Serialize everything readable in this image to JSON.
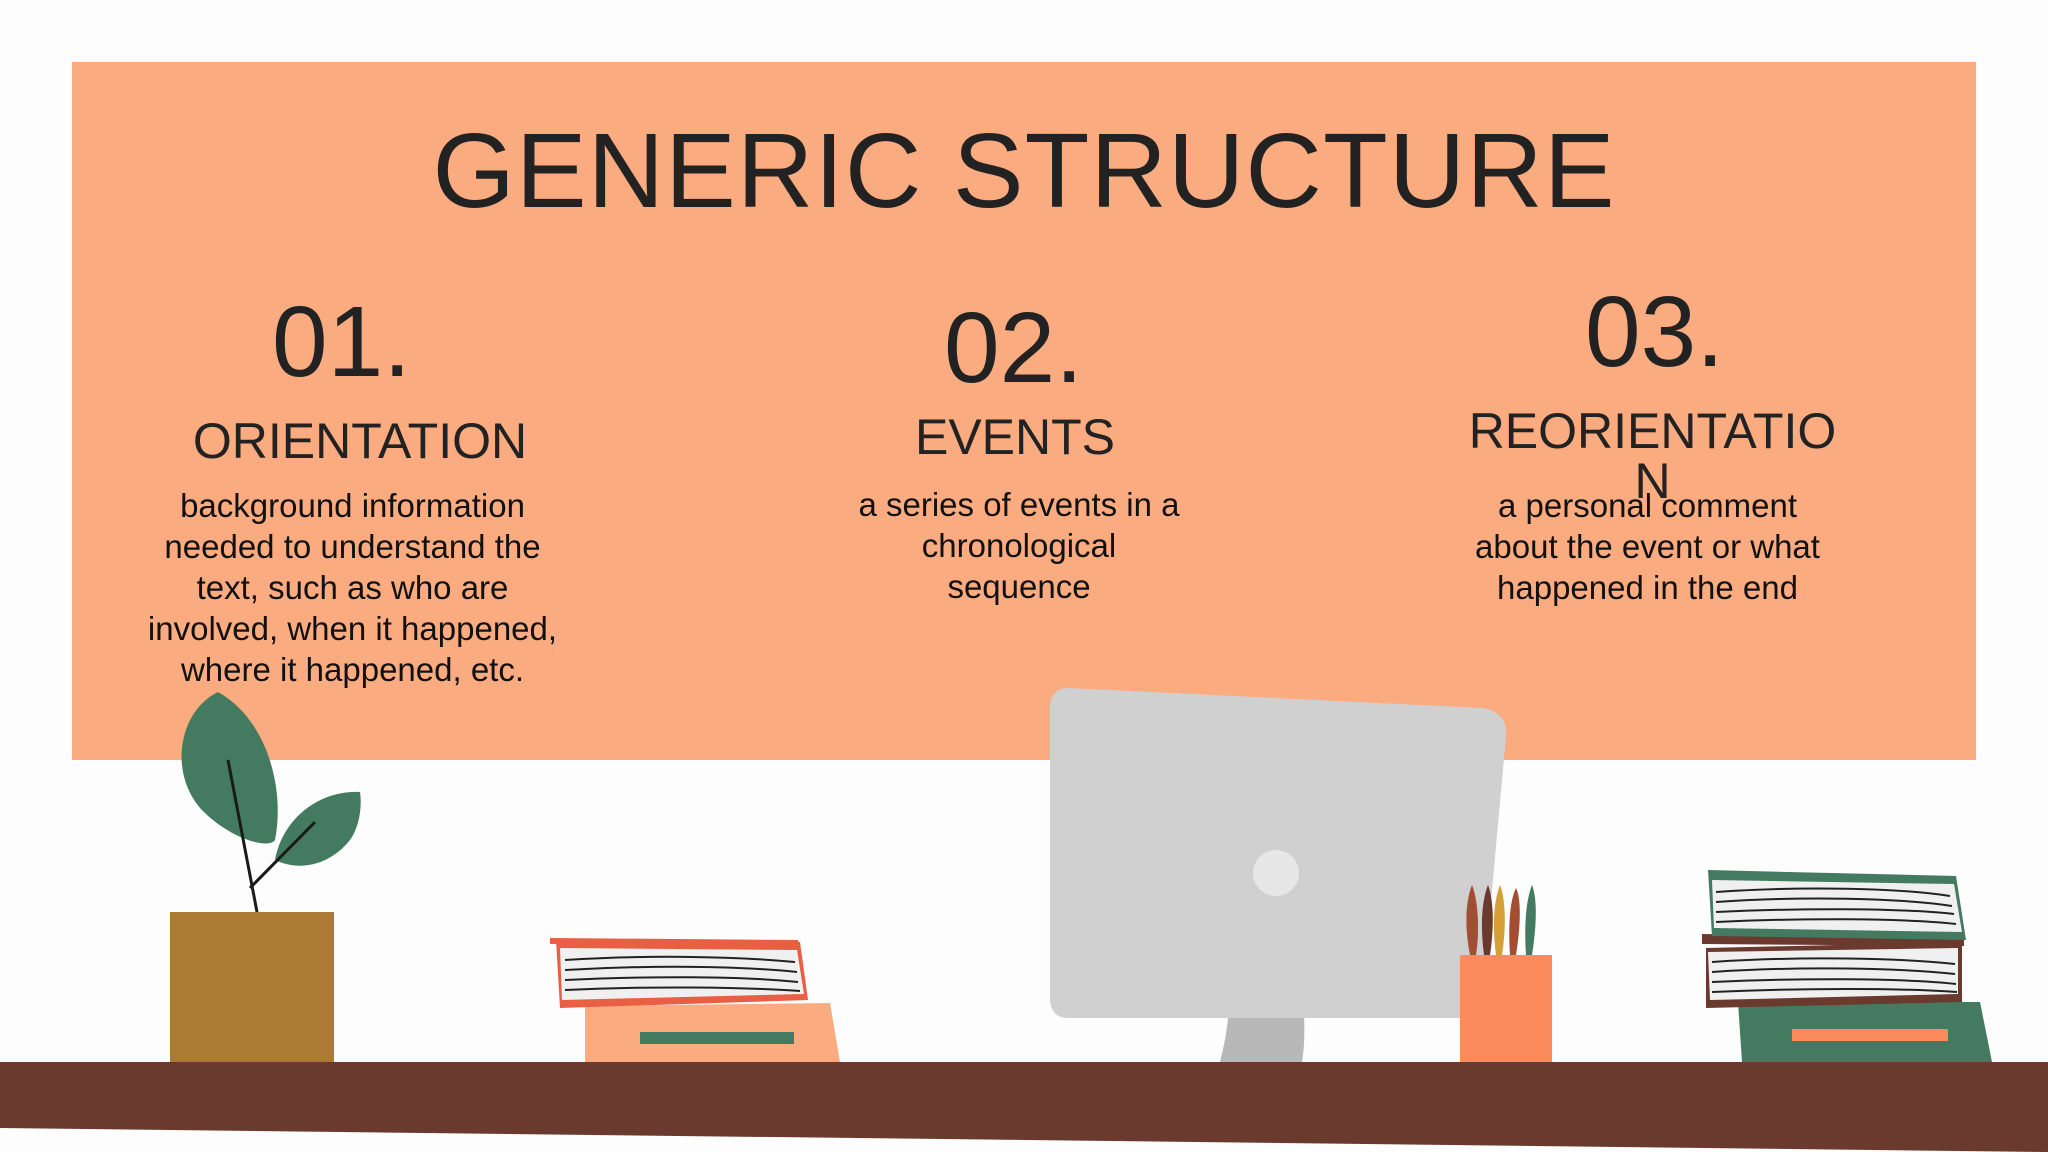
{
  "slide": {
    "title": "GENERIC STRUCTURE",
    "colors": {
      "panel": "#fbab80",
      "desk": "#6b3a2e",
      "text": "#222222"
    },
    "items": [
      {
        "number": "01.",
        "heading": "ORIENTATION",
        "description": "background information needed to understand the text, such as who are involved, when it happened, where it happened, etc."
      },
      {
        "number": "02.",
        "heading": "EVENTS",
        "description": "a series of events in a chronological sequence"
      },
      {
        "number": "03.",
        "heading": "REORIENTATIO N",
        "description": "a personal comment about the event or what happened in the end"
      }
    ],
    "illustration": {
      "icons": [
        "plant-icon",
        "books-icon",
        "monitor-icon",
        "pencil-cup-icon",
        "book-stack-icon",
        "desk-icon"
      ]
    }
  }
}
